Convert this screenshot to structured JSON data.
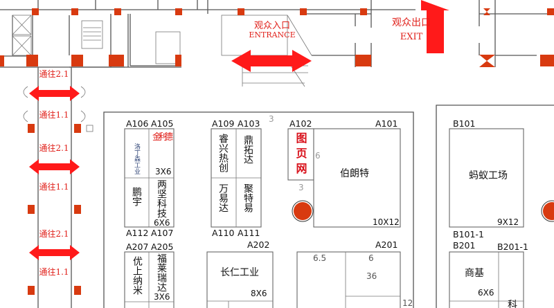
{
  "entrance": {
    "cn": "观众入口",
    "en": "ENTRANCE"
  },
  "exit": {
    "cn": "观众出口",
    "en": "EXIT"
  },
  "corridor_labels": [
    "通往2.1",
    "通往1.1",
    "通往2.1",
    "通往1.1",
    "通往2.1",
    "通往1.1"
  ],
  "booths": {
    "A106": {
      "code": "A106",
      "name": "洛丁森工业"
    },
    "A105": {
      "code": "A105",
      "name": "金利德",
      "size": "3X6"
    },
    "A112": {
      "code": "A112",
      "name": "鹏宇"
    },
    "A107": {
      "code": "A107",
      "name": "两坚科技",
      "size": "6X6"
    },
    "A109": {
      "code": "A109",
      "name": "睿兴热创"
    },
    "A103": {
      "code": "A103",
      "name": "鼎拓达"
    },
    "A110": {
      "code": "A110",
      "name": "万易达"
    },
    "A111": {
      "code": "A111",
      "name": "聚特易"
    },
    "A102": {
      "code": "A102",
      "name": "图页网"
    },
    "A101": {
      "code": "A101",
      "name": "伯朗特",
      "size": "10X12"
    },
    "B101": {
      "code": "B101",
      "name": "蚂蚁工场",
      "size": "9X12"
    },
    "B101_1": {
      "code": "B101-1"
    },
    "A207": {
      "code": "A207",
      "name": "优上纳米"
    },
    "A205": {
      "code": "A205",
      "name": "福莱瑞达",
      "size": "3X6"
    },
    "A202": {
      "code": "A202",
      "name": "长仁工业",
      "size": "8X6"
    },
    "A201": {
      "code": "A201"
    },
    "B201": {
      "code": "B201",
      "name": "商基",
      "size": "6X6"
    },
    "B201_1": {
      "code": "B201-1",
      "name": "科"
    }
  },
  "dimensions": {
    "top_gap": "3",
    "a102_side": "6",
    "a102_below": "3",
    "a201_left": "6.5",
    "a201_top": "6",
    "a201_area": "36",
    "a201_right": "12"
  },
  "colors": {
    "pillar": "#d83a10",
    "arrow": "#ff1a1a",
    "label_red": "#e0201a"
  }
}
